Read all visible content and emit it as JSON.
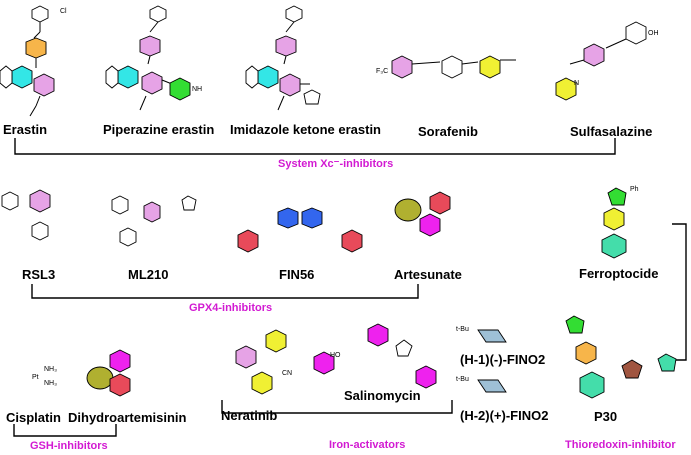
{
  "compounds": {
    "erastin": "Erastin",
    "piperazine_erastin": "Piperazine erastin",
    "imidazole_ketone_erastin": "Imidazole ketone erastin",
    "sorafenib": "Sorafenib",
    "sulfasalazine": "Sulfasalazine",
    "rsl3": "RSL3",
    "ml210": "ML210",
    "fin56": "FIN56",
    "artesunate": "Artesunate",
    "ferroptocide": "Ferroptocide",
    "cisplatin": "Cisplatin",
    "dihydroartemisinin": "Dihydroartemisinin",
    "neratinib": "Neratinib",
    "salinomycin": "Salinomycin",
    "fino2_minus": "(H-1)(-)-FINO2",
    "fino2_plus": "(H-2)(+)-FINO2",
    "p30": "P30"
  },
  "groups": {
    "system_xc": "System Xc⁻-inhibitors",
    "gpx4": "GPX4-inhibitors",
    "gsh": "GSH-inhibitors",
    "iron": "Iron-activators",
    "thioredoxin": "Thioredoxin-inhibitor"
  },
  "atoms": {
    "cl": "Cl",
    "oh": "OH",
    "nh": "NH",
    "n": "N",
    "nh3_1": "NH₃",
    "nh3_2": "NH₃",
    "pt": "Pt",
    "cf3": "F₃C",
    "tbu1": "t-Bu",
    "tbu2": "t-Bu",
    "ho": "HO",
    "cn": "CN",
    "ph": "Ph"
  },
  "colors": {
    "orange": "#f7b54a",
    "cyan": "#33e6e6",
    "pink": "#e6a3e6",
    "green": "#33dd33",
    "yellow": "#f0f033",
    "red": "#e84a5a",
    "magenta": "#ee22ee",
    "olive": "#b0b030",
    "teal": "#44ddaa",
    "brown": "#a05540",
    "blue_gray": "#9ec0d6",
    "accent": "#d21ad2"
  }
}
